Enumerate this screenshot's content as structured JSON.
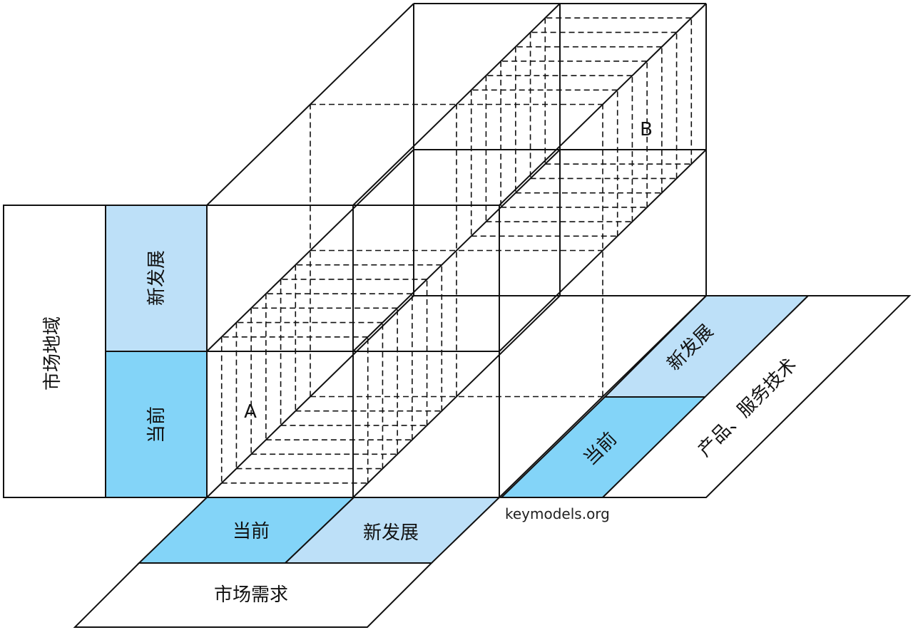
{
  "colors": {
    "current": "#83d4f8",
    "new": "#bde0f8",
    "line": "#111111"
  },
  "left_axis": {
    "title": "市场地域",
    "new": "新发展",
    "current": "当前"
  },
  "bottom_axis": {
    "title": "市场需求",
    "current": "当前",
    "new": "新发展"
  },
  "right_axis": {
    "title": "产品、服务技术",
    "current": "当前",
    "new": "新发展"
  },
  "cube_labels": {
    "a": "A",
    "b": "B"
  },
  "watermark": "keymodels.org"
}
